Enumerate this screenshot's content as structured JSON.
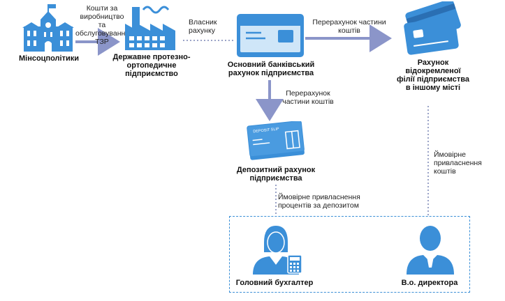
{
  "colors": {
    "icon": "#3b8fd8",
    "icon_light": "#cfe6f8",
    "arrow": "#8b95c9",
    "dotted": "#9aa3c7",
    "box_border": "#3a8fd6"
  },
  "nodes": {
    "ministry": "Мінсоцполітики",
    "enterprise": "Державне протезно-ортопедичне підприємство",
    "main_account": "Основний банківський рахунок підприємства",
    "branch_account": "Рахунок відокремленої філії підприємства в іншому місті",
    "deposit_account": "Депозитний рахунок підприємства",
    "accountant": "Головний бухгалтер",
    "director": "В.о. директора"
  },
  "edges": {
    "funds_for_tzr": "Кошти за виробництво та обслуговування ТЗР",
    "account_owner": "Власник рахунку",
    "transfer_part_top": "Перерахунок частини коштів",
    "transfer_part_down": "Перерахунок частини коштів",
    "deposit_interest": "Ймовірне привласнення процентів за депозитом",
    "funds_appropriation": "Ймовірне привласнення коштів"
  },
  "icons": {
    "ministry": "government-building-icon",
    "enterprise": "factory-icon",
    "main_account": "bank-card-icon",
    "branch_account": "credit-cards-icon",
    "deposit_account": "deposit-slip-icon",
    "accountant": "woman-with-calculator-icon",
    "director": "man-avatar-icon"
  },
  "deposit_slip_text": "DEPOSIT SLIP"
}
